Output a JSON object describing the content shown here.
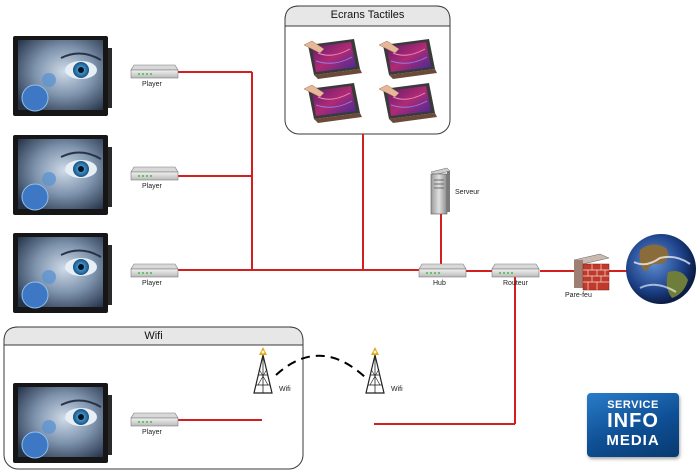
{
  "groups": {
    "touchscreens_title": "Ecrans Tactiles",
    "wifi_title": "Wifi"
  },
  "labels": {
    "player": "Player",
    "hub": "Hub",
    "server": "Serveur",
    "router": "Routeur",
    "firewall": "Pare-feu",
    "wifi": "Wifi"
  },
  "logo": {
    "line1": "SERVICE",
    "line2": "INFO",
    "line3": "MEDIA"
  },
  "colors": {
    "link": "#d41f1f",
    "logo_blue": "#1a64b0"
  }
}
